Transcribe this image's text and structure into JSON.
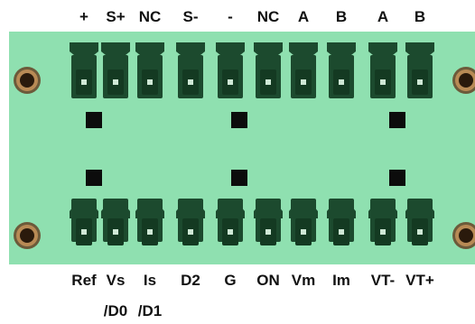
{
  "top_labels": [
    "+",
    "S+",
    "NC",
    "S-",
    "-",
    "NC",
    "A",
    "B",
    "A",
    "B"
  ],
  "bottom_labels": [
    "Ref",
    "Vs",
    "Is",
    "D2",
    "G",
    "ON",
    "Vm",
    "Im",
    "VT-",
    "VT+"
  ],
  "bottom_labels_line2": [
    "",
    "/D0",
    "/D1",
    "",
    "",
    "",
    "",
    "",
    "",
    ""
  ],
  "colors": {
    "board": "#8fe0b0",
    "connector": "#1c4a2e",
    "connector_face": "#143a22",
    "pad": "#0c0c0c",
    "hole_ring": "#b88a55"
  }
}
